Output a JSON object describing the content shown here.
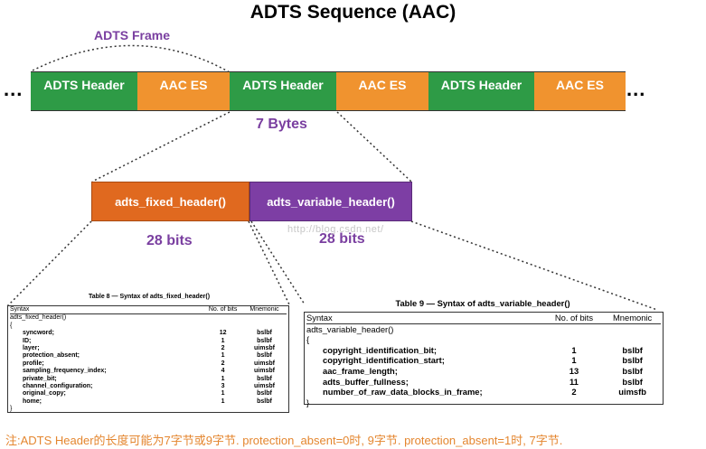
{
  "title": "ADTS Sequence (AAC)",
  "frame_label": "ADTS Frame",
  "ellipsis": "...",
  "sequence": [
    {
      "label": "ADTS Header",
      "kind": "header"
    },
    {
      "label": "AAC ES",
      "kind": "es"
    },
    {
      "label": "ADTS Header",
      "kind": "header"
    },
    {
      "label": "AAC ES",
      "kind": "es"
    },
    {
      "label": "ADTS Header",
      "kind": "header"
    },
    {
      "label": "AAC ES",
      "kind": "es"
    }
  ],
  "bytes_label": "7 Bytes",
  "fixed_header_label": "adts_fixed_header()",
  "variable_header_label": "adts_variable_header()",
  "fixed_bits": "28 bits",
  "variable_bits": "28 bits",
  "watermark": "http://blog.csdn.net/",
  "table8": {
    "caption": "Table 8 — Syntax of adts_fixed_header()",
    "headers": [
      "Syntax",
      "No. of bits",
      "Mnemonic"
    ],
    "func": "adts_fixed_header()",
    "open": "{",
    "close": "}",
    "rows": [
      [
        "syncword;",
        "12",
        "bslbf"
      ],
      [
        "ID;",
        "1",
        "bslbf"
      ],
      [
        "layer;",
        "2",
        "uimsbf"
      ],
      [
        "protection_absent;",
        "1",
        "bslbf"
      ],
      [
        "profile;",
        "2",
        "uimsbf"
      ],
      [
        "sampling_frequency_index;",
        "4",
        "uimsbf"
      ],
      [
        "private_bit;",
        "1",
        "bslbf"
      ],
      [
        "channel_configuration;",
        "3",
        "uimsbf"
      ],
      [
        "original_copy;",
        "1",
        "bslbf"
      ],
      [
        "home;",
        "1",
        "bslbf"
      ]
    ]
  },
  "table9": {
    "caption": "Table 9 — Syntax of adts_variable_header()",
    "headers": [
      "Syntax",
      "No. of bits",
      "Mnemonic"
    ],
    "func": "adts_variable_header()",
    "open": "{",
    "close": "}",
    "rows": [
      [
        "copyright_identification_bit;",
        "1",
        "bslbf"
      ],
      [
        "copyright_identification_start;",
        "1",
        "bslbf"
      ],
      [
        "aac_frame_length;",
        "13",
        "bslbf"
      ],
      [
        "adts_buffer_fullness;",
        "11",
        "bslbf"
      ],
      [
        "number_of_raw_data_blocks_in_frame;",
        "2",
        "uimsfb"
      ]
    ]
  },
  "note": "注:ADTS Header的长度可能为7字节或9字节. protection_absent=0时, 9字节. protection_absent=1时, 7字节.",
  "colors": {
    "header_green": "#2e9b46",
    "es_orange": "#f0932f",
    "fixed_orange": "#e0691f",
    "variable_purple": "#7d3ea4",
    "label_purple": "#7a3fa0",
    "note_orange": "#e4862f"
  }
}
